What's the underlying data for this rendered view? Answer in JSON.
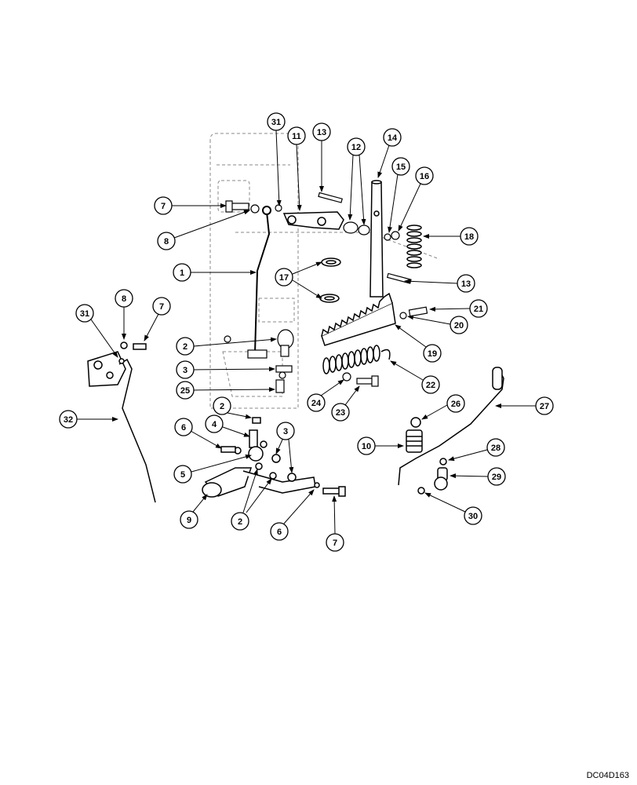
{
  "drawing_code": "DC04D163",
  "callouts": [
    {
      "id": "c31a",
      "label": "31"
    },
    {
      "id": "c11",
      "label": "11"
    },
    {
      "id": "c13a",
      "label": "13"
    },
    {
      "id": "c12",
      "label": "12"
    },
    {
      "id": "c14",
      "label": "14"
    },
    {
      "id": "c15",
      "label": "15"
    },
    {
      "id": "c16",
      "label": "16"
    },
    {
      "id": "c7a",
      "label": "7"
    },
    {
      "id": "c8a",
      "label": "8"
    },
    {
      "id": "c18",
      "label": "18"
    },
    {
      "id": "c1",
      "label": "1"
    },
    {
      "id": "c17",
      "label": "17"
    },
    {
      "id": "c13b",
      "label": "13"
    },
    {
      "id": "c8b",
      "label": "8"
    },
    {
      "id": "c7b",
      "label": "7"
    },
    {
      "id": "c31b",
      "label": "31"
    },
    {
      "id": "c21",
      "label": "21"
    },
    {
      "id": "c20",
      "label": "20"
    },
    {
      "id": "c2a",
      "label": "2"
    },
    {
      "id": "c19",
      "label": "19"
    },
    {
      "id": "c3a",
      "label": "3"
    },
    {
      "id": "c22",
      "label": "22"
    },
    {
      "id": "c25",
      "label": "25"
    },
    {
      "id": "c24",
      "label": "24"
    },
    {
      "id": "c23",
      "label": "23"
    },
    {
      "id": "c32",
      "label": "32"
    },
    {
      "id": "c2b",
      "label": "2"
    },
    {
      "id": "c26",
      "label": "26"
    },
    {
      "id": "c27",
      "label": "27"
    },
    {
      "id": "c6a",
      "label": "6"
    },
    {
      "id": "c4",
      "label": "4"
    },
    {
      "id": "c3b",
      "label": "3"
    },
    {
      "id": "c10",
      "label": "10"
    },
    {
      "id": "c28",
      "label": "28"
    },
    {
      "id": "c5",
      "label": "5"
    },
    {
      "id": "c29",
      "label": "29"
    },
    {
      "id": "c9",
      "label": "9"
    },
    {
      "id": "c2c",
      "label": "2"
    },
    {
      "id": "c30",
      "label": "30"
    },
    {
      "id": "c6b",
      "label": "6"
    },
    {
      "id": "c7c",
      "label": "7"
    }
  ]
}
